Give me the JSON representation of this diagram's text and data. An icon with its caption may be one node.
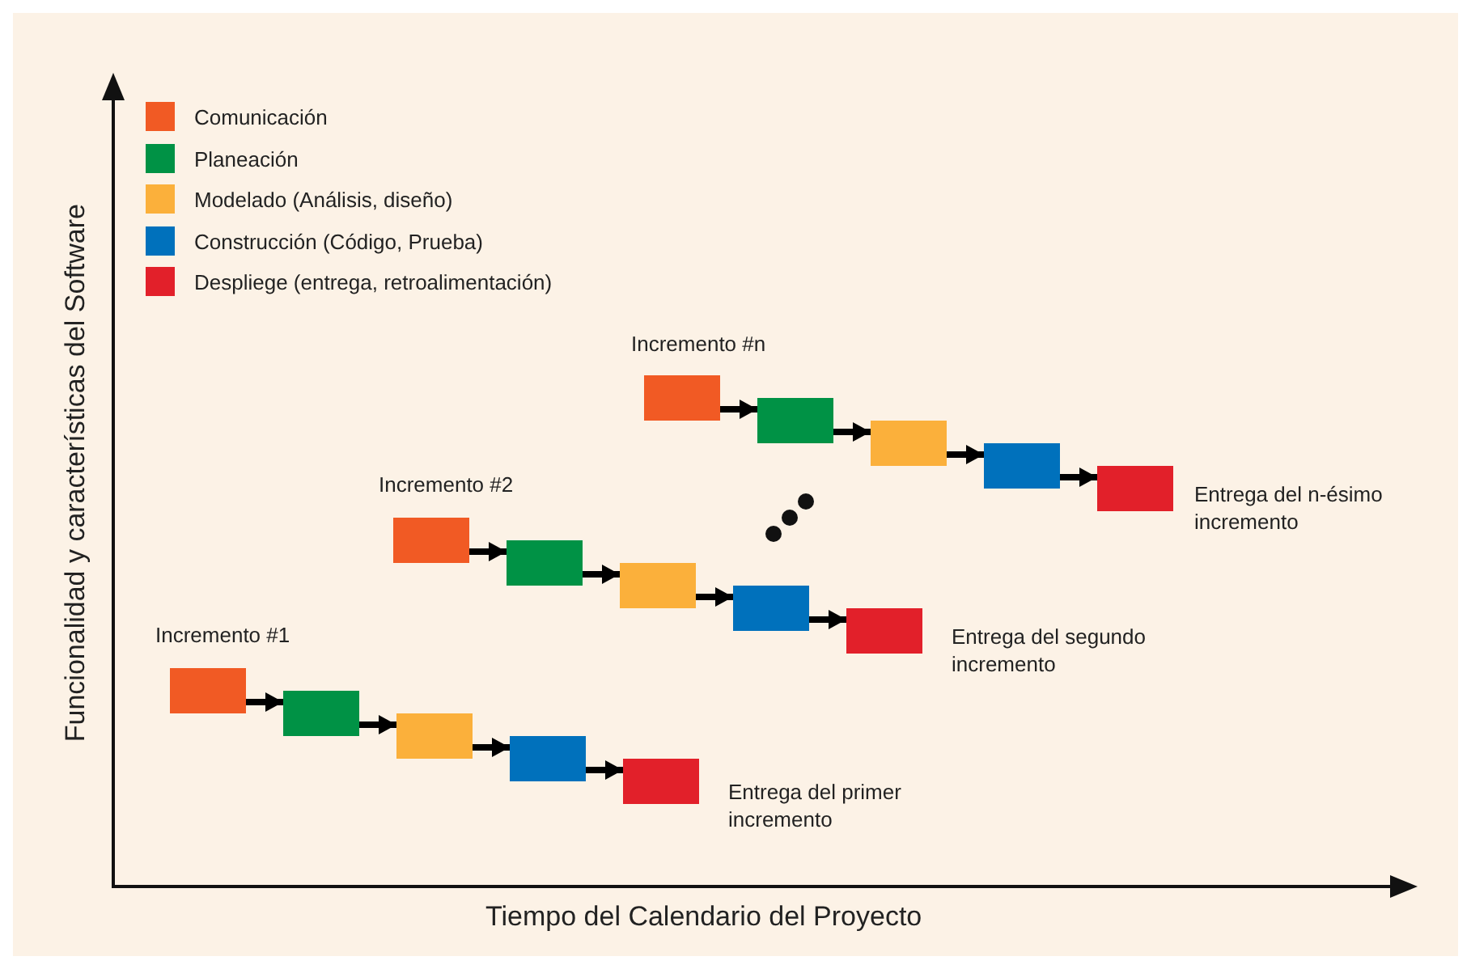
{
  "diagram": {
    "nodes": [
      {
        "text": [],
        "shape": "box"
      },
      {
        "text": [],
        "shape": "box"
      },
      {
        "text": [],
        "shape": "box"
      },
      {
        "text": [],
        "shape": "box"
      },
      {
        "text": [],
        "shape": "box"
      },
      {
        "text": [],
        "shape": "box"
      },
      {
        "text": [],
        "shape": "box"
      },
      {
        "text": [],
        "shape": "box"
      },
      {
        "text": [],
        "shape": "box"
      },
      {
        "text": [],
        "shape": "box"
      },
      {
        "text": [],
        "shape": "box"
      },
      {
        "text": [],
        "shape": "box"
      },
      {
        "text": [],
        "shape": "box"
      },
      {
        "text": [],
        "shape": "box"
      },
      {
        "text": [],
        "shape": "box"
      }
    ],
    "edges": [
      {
        "from": 0,
        "to": 1,
        "arrow": "to"
      },
      {
        "from": 1,
        "to": 2,
        "arrow": "to"
      },
      {
        "from": 2,
        "to": 3,
        "arrow": "to"
      },
      {
        "from": 3,
        "to": 4,
        "arrow": "to"
      },
      {
        "from": 5,
        "to": 6,
        "arrow": "to"
      },
      {
        "from": 6,
        "to": 7,
        "arrow": "to"
      },
      {
        "from": 7,
        "to": 8,
        "arrow": "to"
      },
      {
        "from": 8,
        "to": 9,
        "arrow": "to"
      },
      {
        "from": 10,
        "to": 11,
        "arrow": "to"
      },
      {
        "from": 11,
        "to": 12,
        "arrow": "to"
      },
      {
        "from": 12,
        "to": 13,
        "arrow": "to"
      },
      {
        "from": 13,
        "to": 14,
        "arrow": "to"
      }
    ],
    "labels": [
      "Incremento #n",
      "Incremento #2",
      "Entrega del n-ésimo incremento",
      "Entrega del segundo incremento",
      "Incremento #1",
      "Entrega del primer incremento",
      "Funcionalidad y características del Software",
      "Tiempo del Calendario del Proyecto"
    ],
    "legend": [
      {
        "text": "Comunicación",
        "color": "#f15a24"
      },
      {
        "text": "Planeación",
        "color": "#009245"
      },
      {
        "text": "Modelado (Análisis, diseño)",
        "color": "#fbb03b"
      },
      {
        "text": "Construcción (Código, Prueba)",
        "color": "#0071bc"
      },
      {
        "text": "Despliege (entrega, retroalimentación)",
        "color": "#e2202a"
      }
    ]
  }
}
